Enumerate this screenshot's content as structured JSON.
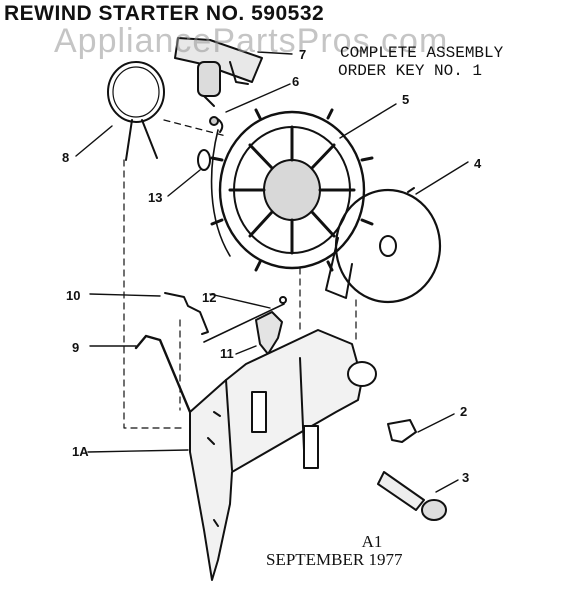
{
  "title": "REWIND STARTER NO.  590532",
  "watermark": "AppliancePartsPros.com",
  "notes": {
    "line1": "COMPLETE ASSEMBLY",
    "line2": "ORDER KEY NO. 1"
  },
  "callouts": {
    "c1a": "1A",
    "c2": "2",
    "c3": "3",
    "c4": "4",
    "c5": "5",
    "c6": "6",
    "c7": "7",
    "c8": "8",
    "c9": "9",
    "c10": "10",
    "c11": "11",
    "c12": "12",
    "c13": "13"
  },
  "stamp": {
    "code": "A1",
    "date": "SEPTEMBER 1977"
  }
}
